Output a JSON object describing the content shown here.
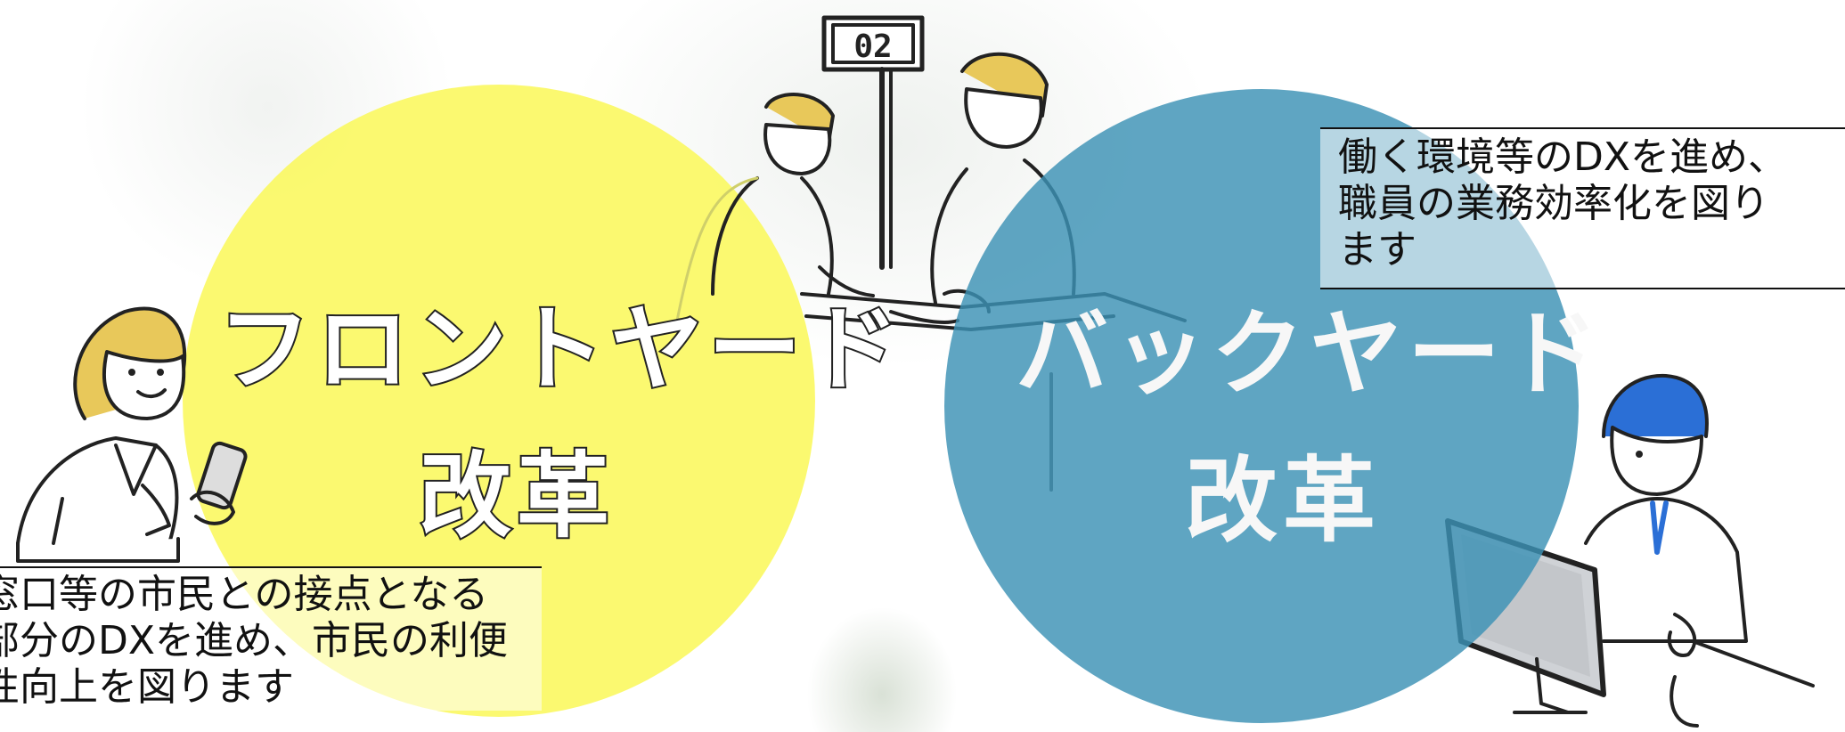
{
  "front": {
    "title_line1": "フロントヤード",
    "title_line2": "改革",
    "description": [
      "窓口等の市民との接点となる",
      "部分のDXを進め、市民の利便",
      "性向上を図ります"
    ],
    "circle_color": "#fbf85c"
  },
  "back": {
    "title_line1": "バックヤード",
    "title_line2": "改革",
    "description": [
      "働く環境等のDXを進め、",
      "職員の業務効率化を図り",
      "ます"
    ],
    "circle_color": "#3c91b4"
  },
  "counter_sign": {
    "number": "02"
  },
  "icons": {
    "woman": "woman-with-smartphone-illustration",
    "counter": "counter-reception-illustration",
    "worker": "office-worker-at-computer-illustration"
  }
}
